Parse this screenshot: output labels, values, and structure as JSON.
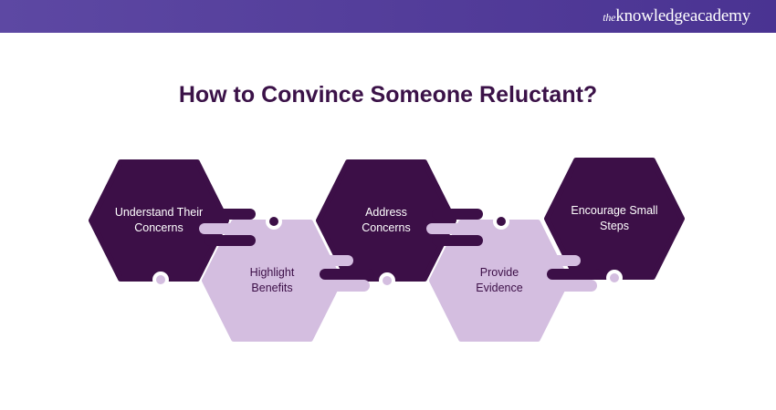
{
  "brand": {
    "prefix": "the",
    "name": "knowledgeacademy"
  },
  "title": "How to Convince Someone Reluctant?",
  "steps": [
    {
      "label_line1": "Understand Their",
      "label_line2": "Concerns",
      "tone": "dark"
    },
    {
      "label_line1": "Highlight",
      "label_line2": "Benefits",
      "tone": "light"
    },
    {
      "label_line1": "Address",
      "label_line2": "Concerns",
      "tone": "dark"
    },
    {
      "label_line1": "Provide",
      "label_line2": "Evidence",
      "tone": "light"
    },
    {
      "label_line1": "Encourage Small",
      "label_line2": "Steps",
      "tone": "dark"
    }
  ],
  "colors": {
    "dark": "#3c0f47",
    "light": "#d4bee0",
    "title": "#3b1248",
    "header": "#5240998"
  }
}
